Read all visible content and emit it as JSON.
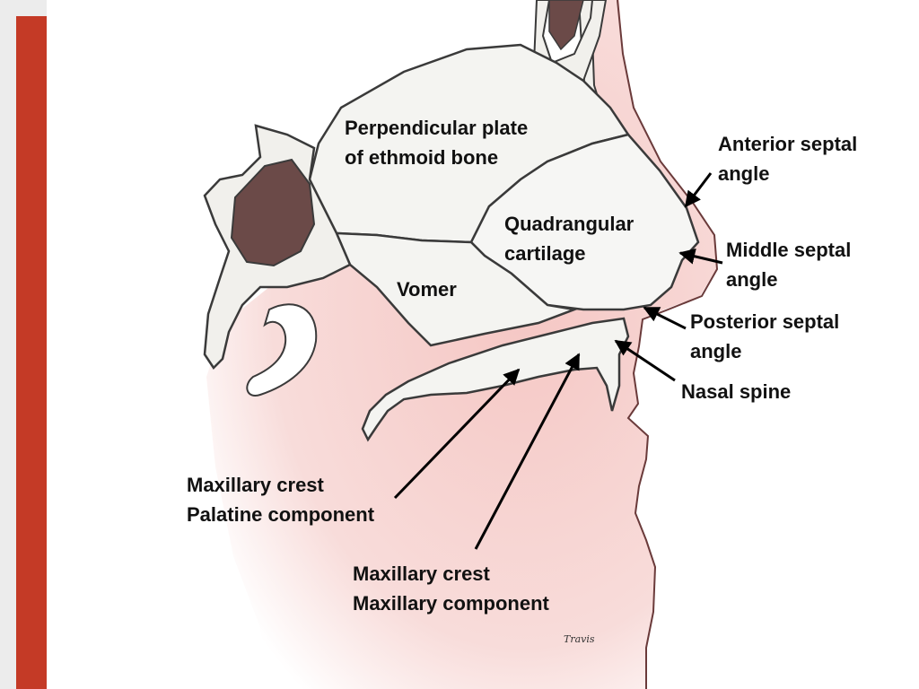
{
  "diagram": {
    "colors": {
      "accent_bar": "#c43a26",
      "soft_tissue": "#f3c9c6",
      "bone": "#f4f4f1",
      "outline": "#3a3a3a",
      "sinus": "#6b4a48"
    },
    "labels": {
      "perpendicular_plate": [
        "Perpendicular plate",
        "of ethmoid bone"
      ],
      "quadrangular_cartilage": [
        "Quadrangular",
        "cartilage"
      ],
      "vomer": [
        "Vomer"
      ],
      "anterior_septal_angle": [
        "Anterior septal",
        "angle"
      ],
      "middle_septal_angle": [
        "Middle septal",
        "angle"
      ],
      "posterior_septal_angle": [
        "Posterior septal",
        "angle"
      ],
      "nasal_spine": [
        "Nasal spine"
      ],
      "maxillary_crest_palatine": [
        "Maxillary crest",
        "Palatine component"
      ],
      "maxillary_crest_maxillary": [
        "Maxillary crest",
        "Maxillary component"
      ]
    },
    "signature": "Travis"
  }
}
